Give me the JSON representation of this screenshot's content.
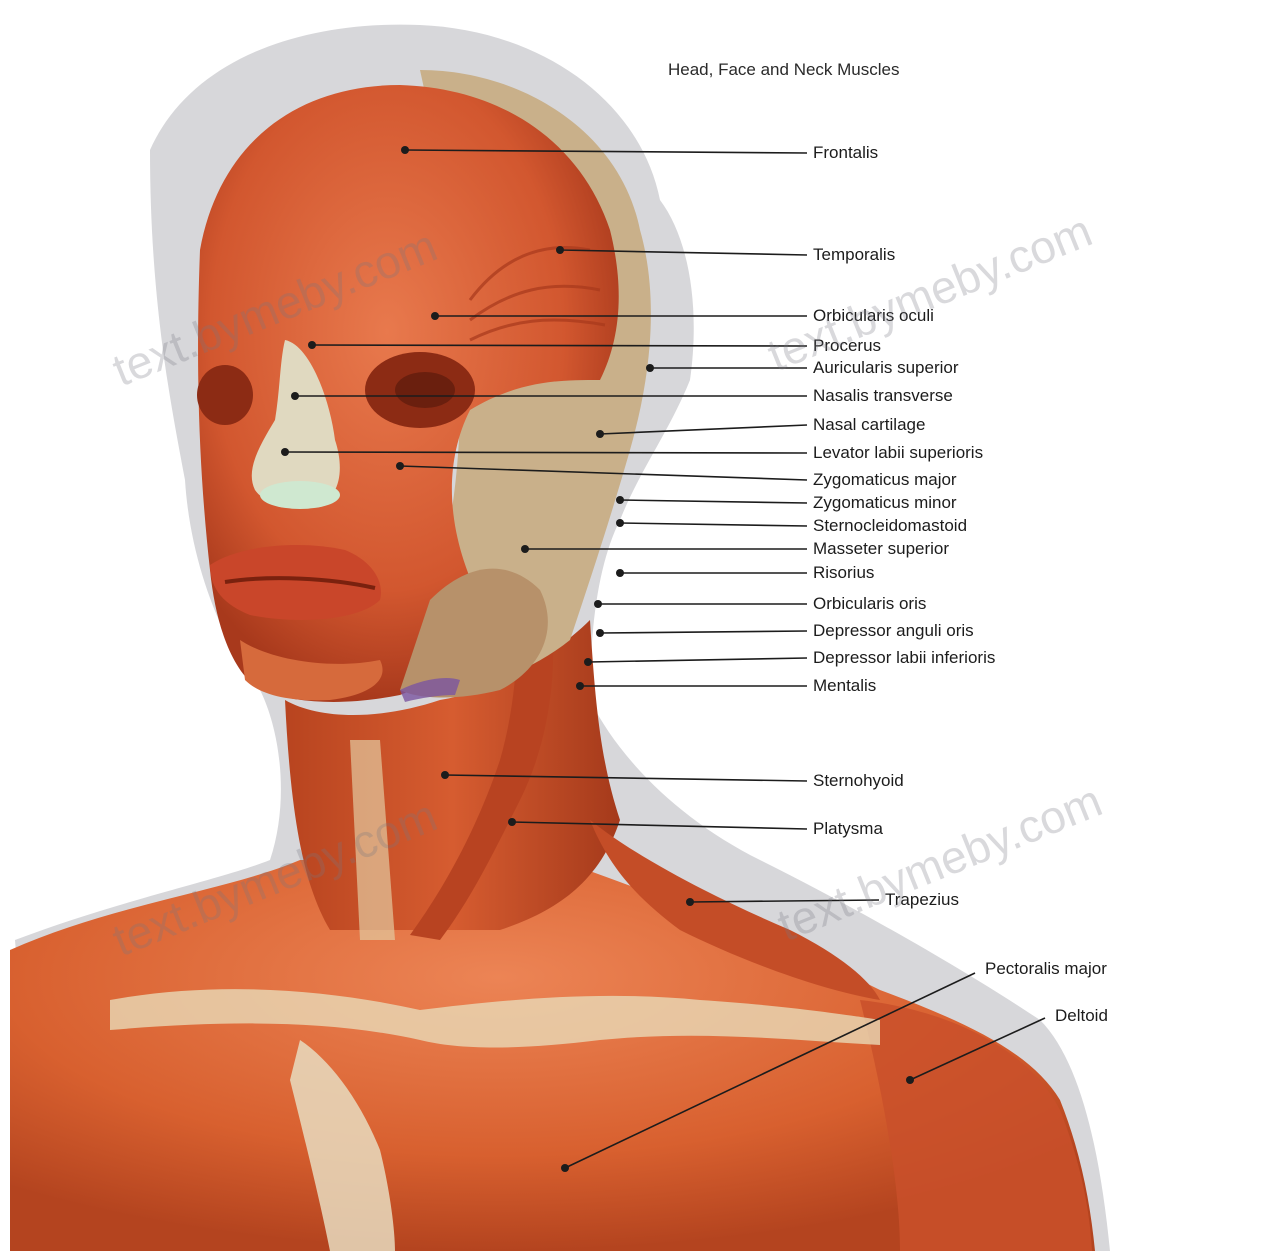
{
  "diagram": {
    "title": "Head, Face and Neck Muscles",
    "watermarks": [
      "text.bymeby.com",
      "text.bymeby.com",
      "text.bymeby.com",
      "text.bymeby.com"
    ],
    "colors": {
      "muscle": "#d2572f",
      "muscle_dark": "#a8391c",
      "muscle_light": "#e8794d",
      "tendon": "#ddd6b8",
      "shadow": "#d7d7da",
      "leader": "#1c1c1c"
    },
    "labels": [
      "Frontalis",
      "Temporalis",
      "Orbicularis oculi",
      "Procerus",
      "Auricularis superior",
      "Nasalis transverse",
      "Nasal cartilage",
      "Levator labii superioris",
      "Zygomaticus major",
      "Zygomaticus minor",
      "Sternocleidomastoid",
      "Masseter superior",
      "Risorius",
      "Orbicularis oris",
      "Depressor anguli oris",
      "Depressor labii inferioris",
      "Mentalis",
      "Sternohyoid",
      "Platysma",
      "Trapezius",
      "Pectoralis major",
      "Deltoid"
    ]
  }
}
